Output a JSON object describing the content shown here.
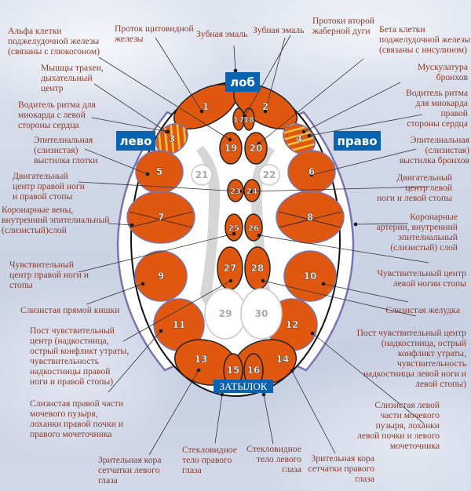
{
  "directions": {
    "top": "лоб",
    "left": "лево",
    "right": "право",
    "bottom": "ЗАТЫЛОК"
  },
  "zones": [
    "1",
    "2",
    "3",
    "4",
    "5",
    "6",
    "7",
    "8",
    "9",
    "10",
    "11",
    "12",
    "13",
    "14",
    "15",
    "16",
    "17",
    "18",
    "19",
    "20",
    "21",
    "22",
    "23",
    "24",
    "25",
    "26",
    "27",
    "28",
    "29",
    "30"
  ],
  "labels": {
    "alpha": "Альфа клетки\nподжелудочной  железы\n(связаны с глюкогоном)",
    "thyroid": "Проток щитовидной\nжелезы",
    "enamel_left": "Зубная эмаль",
    "enamel_right": "Зубная эмаль",
    "gill": "Протоки второй\nжаберной дуги",
    "beta": "Бета клетки\nподжелудочной железы\n(связаны с инсулином)",
    "trachea": "Мышцы трахеи,\nдыхательный\nцентр",
    "bronchi_muscle": "Мускулатура\nбронхов",
    "pacemaker_left": "Водитель ритма для\nмиокарда с левой\nстороны сердца",
    "pacemaker_right": "Водитель ритма\nдля миокарда\nправой\nстороны сердца",
    "pharynx": "Эпителиальная\n(слизистая)\nвыстилка глотки",
    "bronchi_lining": "Эпителиальная\n(слизистая)\nвыстилка бронхов",
    "motor_right": "Двигательный\nцентр правой ноги\nи правой стопы",
    "motor_left": "Двигательный\nцентр левой\nноги и левой стопы",
    "coronary_veins": "Коронарные вены,\nвнутренний эпителиальный\n(слизистый)слой",
    "coronary_arteries": "Коронарные\nартерии,  внутренний\nэпителиальный\n(слизистый) слой",
    "sensory_right": "Чувствительный\nцентр правой ноги и\nстопы",
    "sensory_left": "Чувствительный центр\nлевой ногии стопы",
    "rectum": "Слизистая прямой кишки",
    "stomach": "Слизистая желудка",
    "post_sensory_right": "Пост чувствительный\nцентр (надкостница,\nострый конфликт утраты,\nчувствительность\nнадкостницы  правой\nноги и правой стопы)",
    "post_sensory_left": "Пост чувствительный центр\n(надкостница, острый\nконфликт утраты,\nчувствительность\nнадкостницы левой ноги и\nлевой стопы)",
    "bladder_right": "Слизистая правой части\nмочевого пузыря,\nлоханки правой почки и\nправого мочеточника",
    "bladder_left": "Слизистая левой\nчасти мочевого\nпузыря, лоханки\nлевой почки и левого\nмочеточника",
    "visual_left_eye": "Зрительная кора\nсетчатки левого\nглаза",
    "vitreous_right_eye": "Стекловидное\nтело правого\nглаза",
    "vitreous_left_eye": "Стекловидное\nтело левого\nглаза",
    "visual_right_eye": "Зрительная кора\nсетчатки правого\nглаза"
  },
  "colors": {
    "zone": "#e0580f",
    "label": "#8a3b2c",
    "box": "#0a63b0",
    "outline": "#7a74b0"
  }
}
